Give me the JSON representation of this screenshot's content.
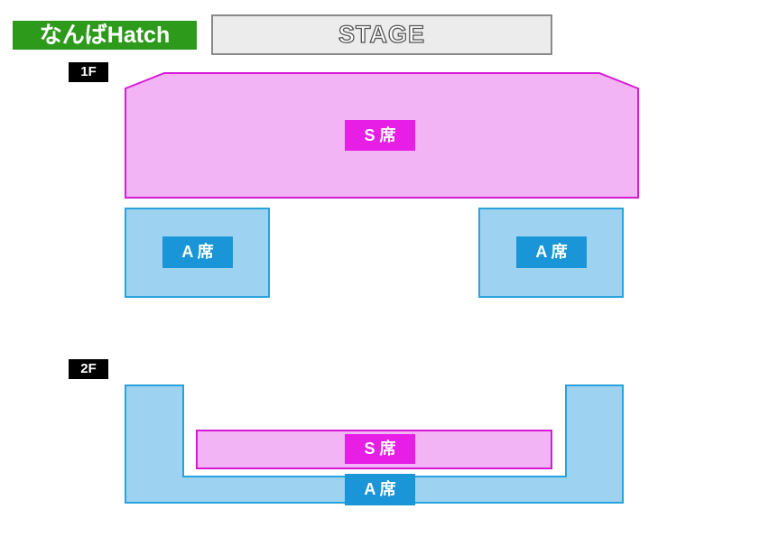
{
  "venue": {
    "name": "なんばHatch"
  },
  "stage": {
    "label": "STAGE"
  },
  "floors": {
    "first": {
      "label": "1F",
      "s_section": {
        "label": "S 席"
      },
      "a_left": {
        "label": "A 席"
      },
      "a_right": {
        "label": "A 席"
      }
    },
    "second": {
      "label": "2F",
      "s_section": {
        "label": "S 席"
      },
      "a_section": {
        "label": "A 席"
      }
    }
  },
  "colors": {
    "s_fill": "#f2b4f4",
    "s_border": "#d61ad6",
    "s_label": "#e61ee6",
    "a_fill": "#9dd3f0",
    "a_border": "#2aa2de",
    "a_label": "#1a96d8",
    "venue_badge": "#2e9a1c"
  }
}
